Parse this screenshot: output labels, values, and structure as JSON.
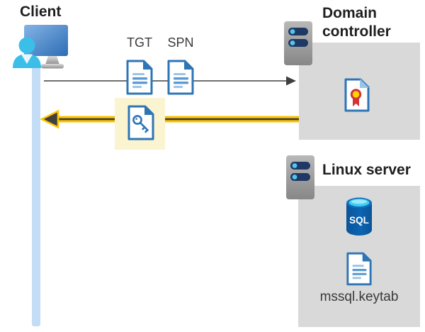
{
  "client": {
    "title": "Client"
  },
  "tickets": {
    "tgt_label": "TGT",
    "spn_label": "SPN"
  },
  "domain_controller": {
    "title": "Domain controller"
  },
  "linux_server": {
    "title": "Linux server",
    "keytab_filename": "mssql.keytab"
  },
  "sql_database": {
    "label": "SQL"
  },
  "icons": {
    "client": "monitor-user-icon",
    "domain_controller": "server-icon",
    "linux_server": "server-icon",
    "tgt": "ticket-document-icon",
    "spn": "ticket-document-icon",
    "service_ticket": "key-document-icon",
    "certificate": "certificate-icon",
    "database": "sql-database-icon",
    "keytab": "document-icon"
  },
  "colors": {
    "highlight_yellow": "#FBF4D0",
    "arrow_yellow": "#FFC400",
    "arrow_dark": "#404040",
    "request_arrow_gray": "#595959",
    "panel_gray": "#D9D9D9",
    "document_blue": "#2E75B6",
    "lifeline_blue": "#C4DDF6",
    "person_cyan": "#3BBFE9",
    "server_navy": "#1F3864",
    "sql_body_blue": "#0C5EA8",
    "sql_top_cyan": "#41CDEF",
    "certificate_red": "#D13438",
    "certificate_yellow": "#FFD100",
    "title_text": "#1F1F1F",
    "label_text": "#3B3A39"
  }
}
